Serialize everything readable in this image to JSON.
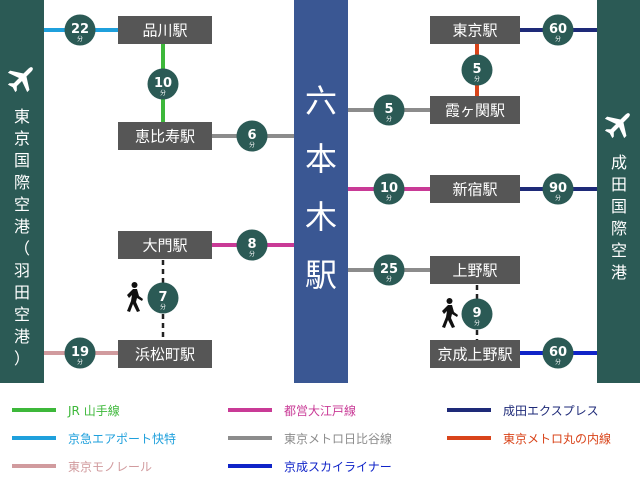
{
  "colors": {
    "airport_panel": "#2b5a55",
    "station_box": "#565656",
    "badge": "#2b5a55",
    "center_column": "#3a5793"
  },
  "center_station": {
    "chars": [
      "六",
      "本",
      "木",
      "駅"
    ]
  },
  "airports": {
    "haneda_chars": [
      "東",
      "京",
      "国",
      "際",
      "空",
      "港",
      "（",
      "羽",
      "田",
      "空",
      "港",
      "）"
    ],
    "narita_chars": [
      "成",
      "田",
      "国",
      "際",
      "空",
      "港"
    ],
    "icon": "airplane-icon"
  },
  "stations": {
    "shinagawa": "品川駅",
    "ebisu": "恵比寿駅",
    "daimon": "大門駅",
    "hamamatsucho": "浜松町駅",
    "tokyo": "東京駅",
    "kasumigaseki": "霞ヶ関駅",
    "shinjuku": "新宿駅",
    "ueno": "上野駅",
    "keisei_ueno": "京成上野駅"
  },
  "minute_unit": "分",
  "times": {
    "haneda_shinagawa": "22",
    "shinagawa_ebisu": "10",
    "ebisu_roppongi": "6",
    "daimon_roppongi": "8",
    "daimon_hamamatsucho_walk": "7",
    "haneda_hamamatsucho": "19",
    "tokyo_narita": "60",
    "tokyo_kasumigaseki": "5",
    "roppongi_kasumigaseki": "5",
    "roppongi_shinjuku": "10",
    "shinjuku_narita": "90",
    "roppongi_ueno": "25",
    "ueno_keiseiueno_walk": "9",
    "keiseiueno_narita": "60"
  },
  "walk_icon": "walking-person-icon",
  "legend": [
    {
      "label": "JR 山手線",
      "color": "#3db83a"
    },
    {
      "label": "都営大江戸線",
      "color": "#c93a96"
    },
    {
      "label": "成田エクスプレス",
      "color": "#1e2a78"
    },
    {
      "label": "京急エアポート快特",
      "color": "#1fa0dc"
    },
    {
      "label": "東京メトロ日比谷線",
      "color": "#8c8c8c"
    },
    {
      "label": "東京メトロ丸の内線",
      "color": "#d9441a"
    },
    {
      "label": "東京モノレール",
      "color": "#d19b9e"
    },
    {
      "label": "京成スカイライナー",
      "color": "#1024c8"
    }
  ]
}
